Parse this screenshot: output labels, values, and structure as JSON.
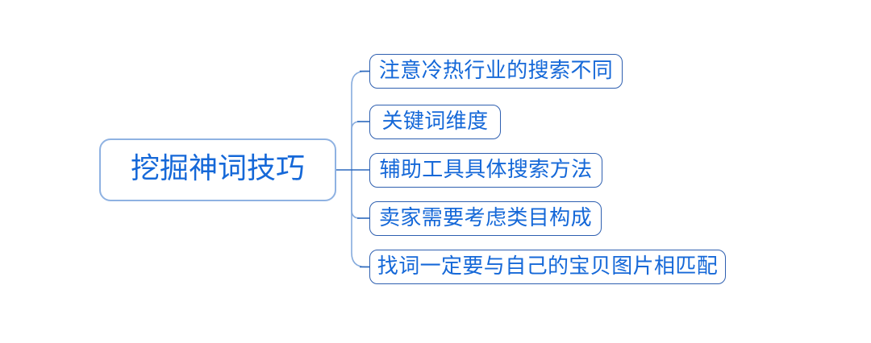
{
  "colors": {
    "bg": "#ffffff",
    "text-color": "#1568d8",
    "root-border": "#8fb2e2",
    "child-border": "#2e5fb0",
    "connector-light": "#86abdd",
    "connector-dark": "#2c69bd"
  },
  "mindmap": {
    "root": {
      "label": "挖掘神词技巧"
    },
    "children": [
      {
        "label": "注意冷热行业的搜索不同"
      },
      {
        "label": "关键词维度"
      },
      {
        "label": "辅助工具具体搜索方法"
      },
      {
        "label": "卖家需要考虑类目构成"
      },
      {
        "label": "找词一定要与自己的宝贝图片相匹配"
      }
    ]
  }
}
